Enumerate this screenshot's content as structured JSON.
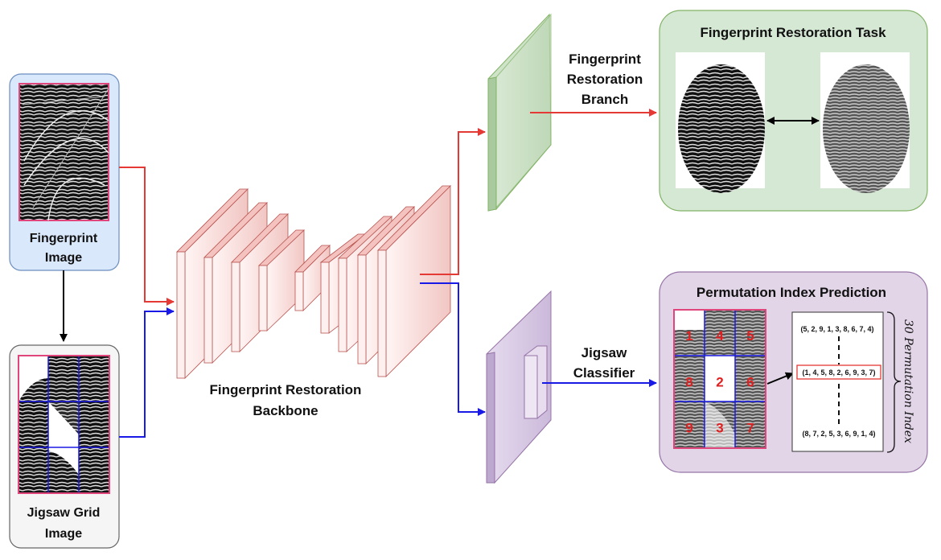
{
  "input_panel": {
    "fingerprint_label_line1": "Fingerprint",
    "fingerprint_label_line2": "Image",
    "jigsaw_label_line1": "Jigsaw Grid",
    "jigsaw_label_line2": "Image"
  },
  "backbone": {
    "label_line1": "Fingerprint Restoration",
    "label_line2": "Backbone"
  },
  "restoration_branch": {
    "label_line1": "Fingerprint",
    "label_line2": "Restoration",
    "label_line3": "Branch"
  },
  "jigsaw_classifier": {
    "label_line1": "Jigsaw",
    "label_line2": "Classifier"
  },
  "restoration_task": {
    "title": "Fingerprint Restoration Task"
  },
  "permutation_task": {
    "title": "Permutation Index Prediction",
    "grid_numbers": [
      "1",
      "4",
      "5",
      "8",
      "2",
      "6",
      "9",
      "3",
      "7"
    ],
    "perm_first": "(5, 2, 9, 1, 3, 8, 6, 7, 4)",
    "perm_selected": "(1, 4, 5, 8, 2, 6, 9, 3, 7)",
    "perm_last": "(8, 7, 2, 5, 3, 6, 9, 1, 4)",
    "brace_label": "30 Permutation Index"
  },
  "colors": {
    "red_arrow": "#e53935",
    "blue_arrow": "#1a1ae6",
    "input_box_fill": "#dae8fc",
    "jigsaw_box_fill": "#f5f5f5",
    "restoration_box_fill": "#d5e8d4",
    "restoration_box_stroke": "#82b366",
    "permutation_box_fill": "#e1d5e7",
    "permutation_box_stroke": "#9673a6",
    "backbone_fill": "#f8cecc",
    "backbone_stroke": "#b85450"
  }
}
